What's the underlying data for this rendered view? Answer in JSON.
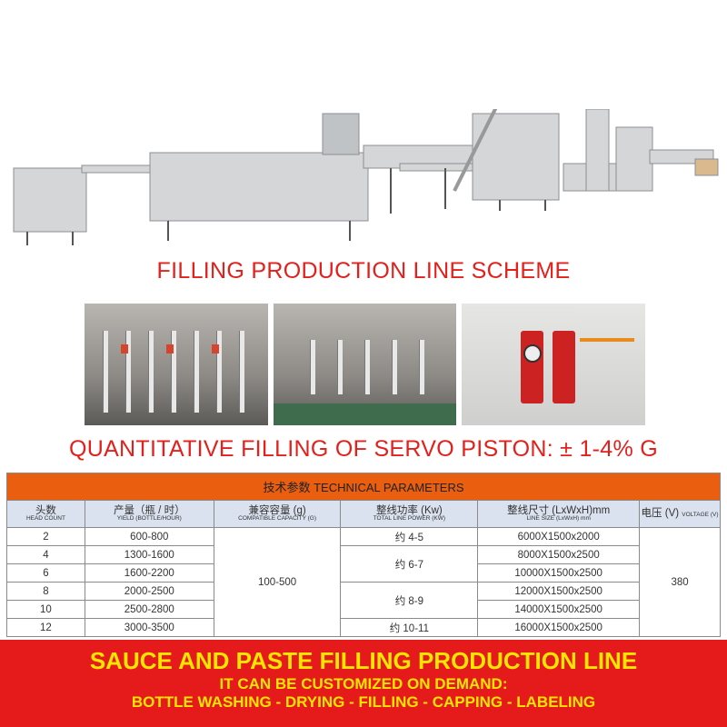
{
  "scheme_title": "FILLING PRODUCTION LINE SCHEME",
  "piston_title": "QUANTITATIVE FILLING OF SERVO PISTON: ± 1-4% G",
  "table": {
    "title": "技术参数 TECHNICAL PARAMETERS",
    "headers": [
      {
        "cn": "头数",
        "en": "HEAD COUNT"
      },
      {
        "cn": "产量（瓶 / 时）",
        "en": "YIELD (BOTTLE/HOUR)"
      },
      {
        "cn": "兼容容量 (g)",
        "en": "COMPATIBLE CAPACITY (G)"
      },
      {
        "cn": "整线功率 (Kw)",
        "en": "TOTAL LINE POWER (KW)"
      },
      {
        "cn": "整线尺寸 (LxWxH)mm",
        "en": "LINE SIZE (LxWxH) mm"
      },
      {
        "cn": "电压 (V)",
        "en": "VOLTAGE (V)"
      }
    ],
    "heads": [
      "2",
      "4",
      "6",
      "8",
      "10",
      "12"
    ],
    "yield": [
      "600-800",
      "1300-1600",
      "1600-2200",
      "2000-2500",
      "2500-2800",
      "3000-3500"
    ],
    "capacity": "100-500",
    "power": [
      "约 4-5",
      "约 6-7",
      "约 8-9",
      "约 10-11"
    ],
    "size": [
      "6000X1500x2000",
      "8000X1500x2500",
      "10000X1500x2500",
      "12000X1500x2500",
      "14000X1500x2500",
      "16000X1500x2500"
    ],
    "voltage": "380"
  },
  "banner": {
    "title": "SAUCE AND PASTE FILLING PRODUCTION LINE",
    "line1": "IT CAN BE CUSTOMIZED ON DEMAND:",
    "line2": "BOTTLE WASHING - DRYING - FILLING - CAPPING - LABELING"
  }
}
